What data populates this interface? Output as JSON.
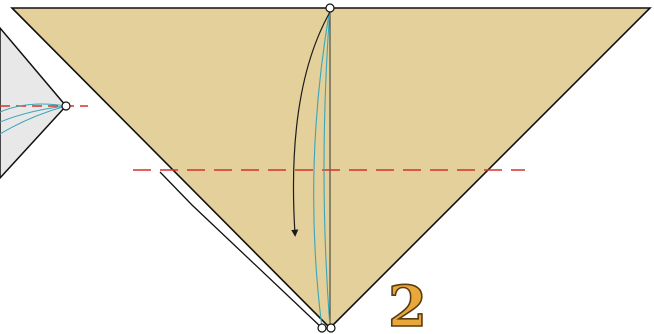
{
  "diagram": {
    "step_number": "2",
    "colors": {
      "paper": "#e3d09a",
      "paper_back": "#e8e8e8",
      "edge": "#111111",
      "valley_fold": "#d9302b",
      "arrow_guide": "#3aa6b9",
      "arrow": "#1b1b1b",
      "step_fill": "#e8a83a",
      "step_stroke": "#5a3b12"
    },
    "icons": [
      "valley-fold-line",
      "fold-arrow",
      "reference-point"
    ]
  }
}
